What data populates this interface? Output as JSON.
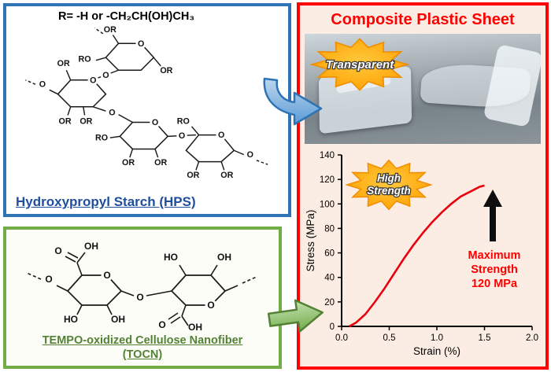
{
  "hps": {
    "r_note": "R= -H or -CH₂CH(OH)CH₃",
    "label": "Hydroxypropyl Starch (HPS)",
    "atoms": [
      "OR",
      "RO",
      "OR",
      "O",
      "O",
      "OR",
      "O",
      "OR",
      "OR",
      "O",
      "O",
      "RO",
      "OR",
      "OR",
      "O",
      "O",
      "RO",
      "OR",
      "OR",
      "O",
      "O"
    ]
  },
  "tocn": {
    "label_line1": "TEMPO-oxidized Cellulose Nanofiber",
    "label_line2": "(TOCN)",
    "atoms": [
      "O",
      "O",
      "OH",
      "O",
      "HO",
      "OH",
      "O",
      "HO",
      "OH",
      "O",
      "O",
      "OH"
    ]
  },
  "composite": {
    "title": "Composite Plastic Sheet",
    "transparent_badge": "Transparent",
    "high_strength_badge": {
      "line1": "High",
      "line2": "Strength"
    }
  },
  "chart_data": {
    "type": "line",
    "title": "",
    "xlabel": "Strain (%)",
    "ylabel": "Stress (MPa)",
    "xlim": [
      0.0,
      2.0
    ],
    "ylim": [
      0,
      140
    ],
    "xticks": [
      "0.0",
      "0.5",
      "1.0",
      "1.5",
      "2.0"
    ],
    "yticks": [
      0,
      20,
      40,
      60,
      80,
      100,
      120,
      140
    ],
    "grid": false,
    "legend": "none",
    "line_color": "#E8000B",
    "x": [
      0.08,
      0.15,
      0.25,
      0.35,
      0.45,
      0.55,
      0.65,
      0.75,
      0.85,
      0.95,
      1.05,
      1.15,
      1.25,
      1.35,
      1.45,
      1.5
    ],
    "y": [
      0,
      3,
      10,
      20,
      31,
      43,
      55,
      66,
      76,
      85,
      93,
      100,
      106,
      110,
      114,
      115
    ],
    "annotation": {
      "lines": [
        "Maximum",
        "Strength",
        "120 MPa"
      ],
      "arrow": "up"
    }
  },
  "colors": {
    "hps_border": "#2E74B5",
    "hps_label": "#1F4E9E",
    "tocn_border": "#70AD47",
    "tocn_label": "#538135",
    "composite_border": "#FF0000",
    "composite_title": "#FF0000",
    "burst_orange": "#FFA300",
    "curve_red": "#E8000B",
    "annotation_red": "#FF0000",
    "arrow_blue": "#5B9BD5",
    "arrow_green": "#70AD47"
  }
}
